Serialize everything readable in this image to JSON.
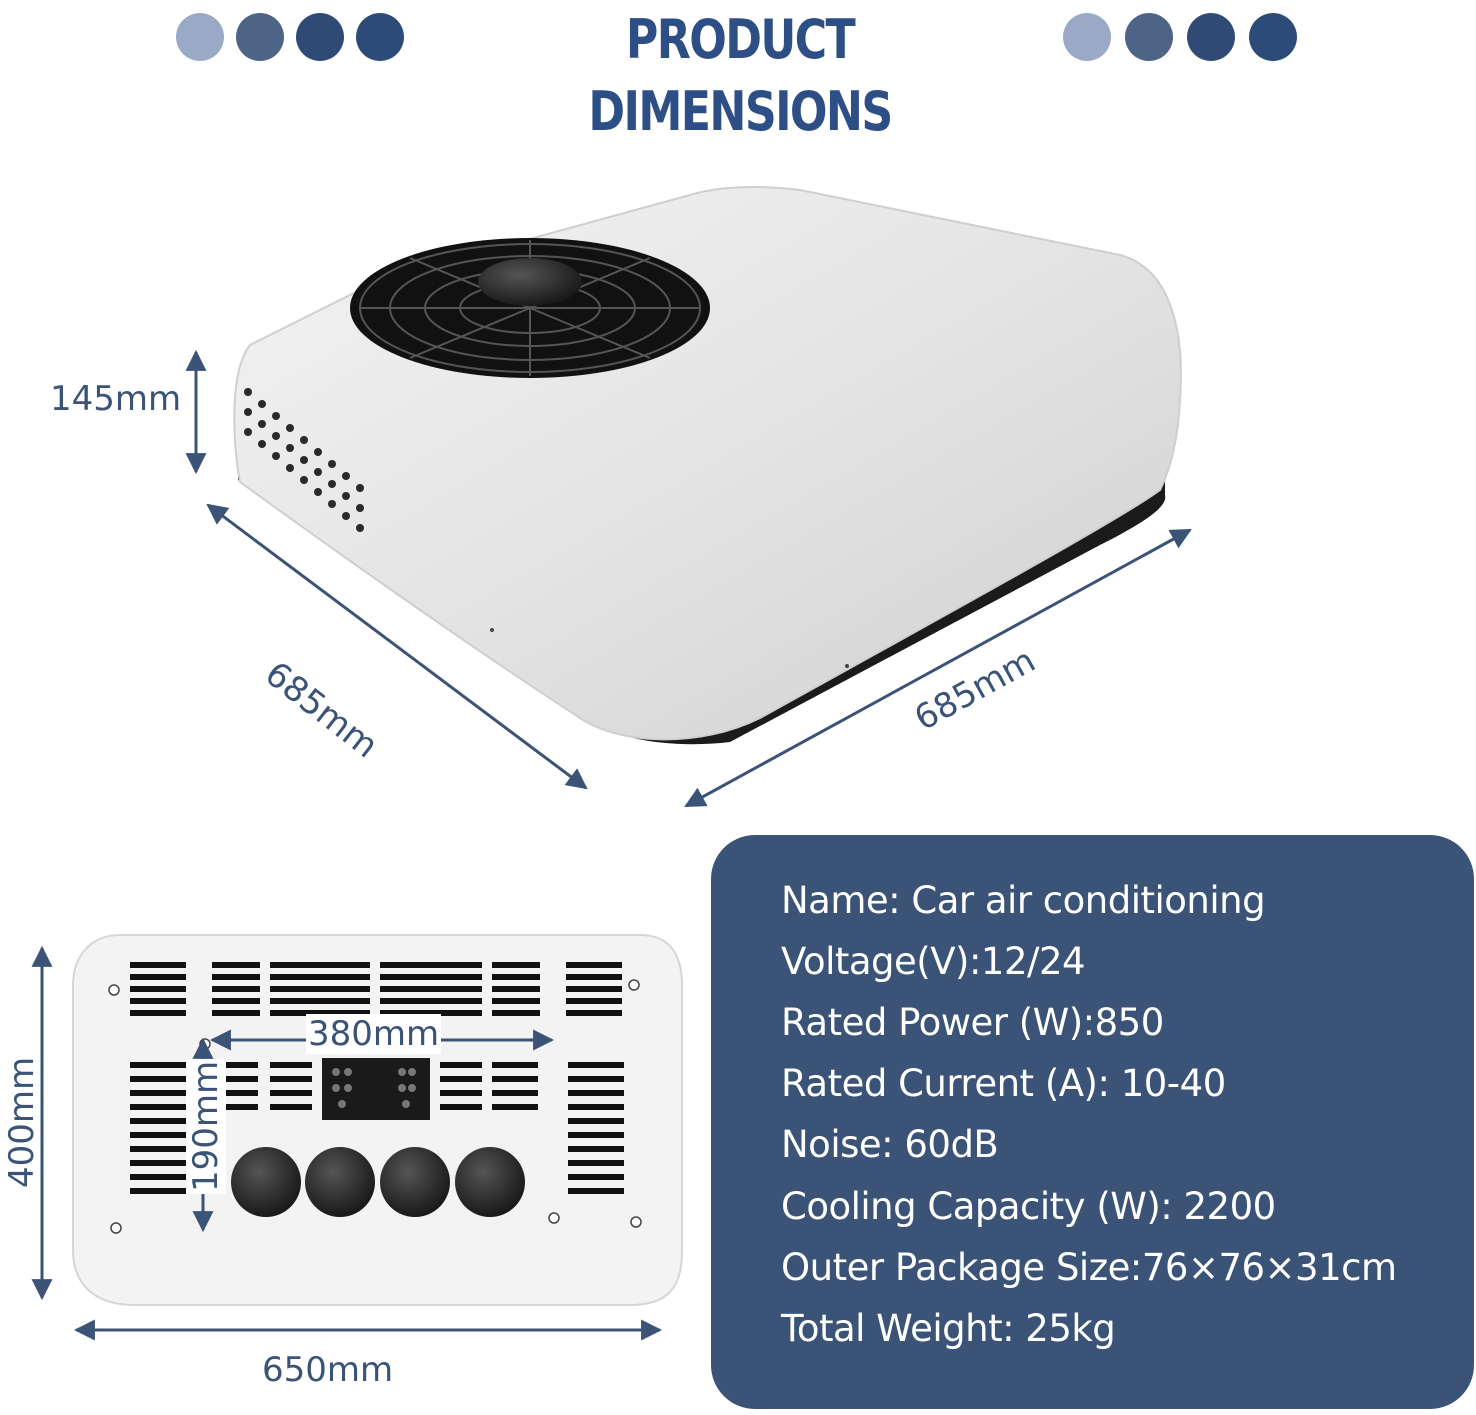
{
  "header": {
    "title": "PRODUCT DIMENSIONS",
    "dot_colors_left": [
      "#9aa9c5",
      "#4e6487",
      "#2f4b75",
      "#2d4b78"
    ],
    "dot_colors_right": [
      "#9aa9c5",
      "#4e6487",
      "#2f4b75",
      "#2d4b78"
    ]
  },
  "top_view": {
    "height_label": "145mm",
    "depth_label": "685mm",
    "width_label": "685mm"
  },
  "bottom_view": {
    "height_label": "400mm",
    "width_label": "650mm",
    "panel_width_label": "380mm",
    "panel_height_label": "190mm"
  },
  "specs": [
    "Name:   Car air conditioning",
    "Voltage(V):12/24",
    "Rated Power (W):850",
    "Rated Current (A): 10-40",
    "Noise: 60dB",
    "Cooling Capacity (W): 2200",
    "Outer Package Size:76×76×31cm",
    "Total Weight: 25kg"
  ],
  "colors": {
    "accent": "#3a5377",
    "title": "#2d4f86",
    "panel_text": "#ffffff"
  }
}
